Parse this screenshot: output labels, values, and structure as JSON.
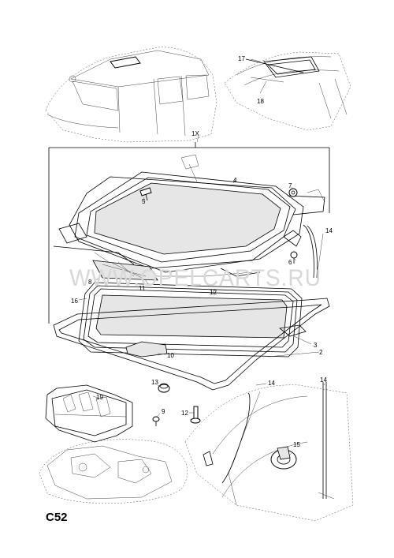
{
  "watermark": "WWW.OPELCARTS.RU",
  "page_code": "C52",
  "callouts": {
    "c1": "1X",
    "c2": "2",
    "c3": "3",
    "c4": "4",
    "c5": "5",
    "c6": "6",
    "c7": "7",
    "c8": "8",
    "c9": "9",
    "c10": "10",
    "c11": "11",
    "c12a": "12",
    "c12b": "12",
    "c13": "13",
    "c14a": "14",
    "c14b": "14",
    "c14c": "14",
    "c15": "15",
    "c16": "16",
    "c17": "17",
    "c18": "18",
    "c19": "19"
  }
}
